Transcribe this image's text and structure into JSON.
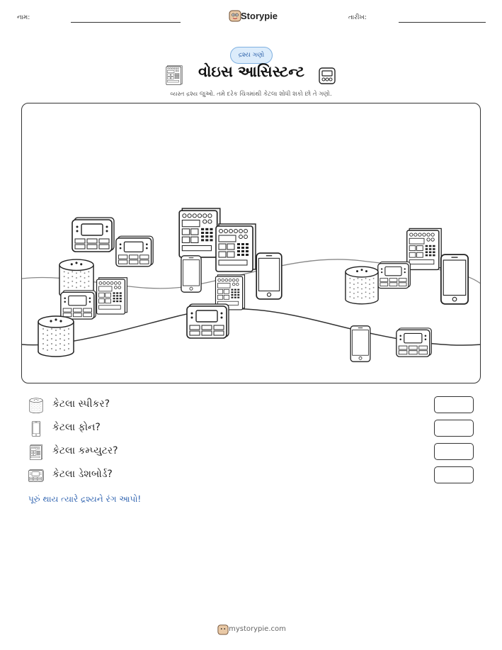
{
  "header": {
    "name_label": "નામ:",
    "date_label": "તારીખ:",
    "brand": "Storypie"
  },
  "badge": "દ્રશ્ય ગણો",
  "title": "વોઇસ આસિસ્ટન્ટ",
  "subtitle": "વ્યસ્ત દ્રશ્ય જુઓ. તમે દરેક ચિત્રમાંથી કેટલા શોધી શકો છો તે ગણો.",
  "questions": [
    {
      "label": "કેટલા સ્પીકર?",
      "icon": "speaker-icon"
    },
    {
      "label": "કેટલા ફોન?",
      "icon": "phone-icon"
    },
    {
      "label": "કેટલા કમ્પ્યુટર?",
      "icon": "computer-icon"
    },
    {
      "label": "કેટલા ડેશબોર્ડ?",
      "icon": "dashboard-icon"
    }
  ],
  "color_note": "પૂરું થાય ત્યારે દ્રશ્યને રંગ આપો!",
  "footer": "mystorypie.com"
}
